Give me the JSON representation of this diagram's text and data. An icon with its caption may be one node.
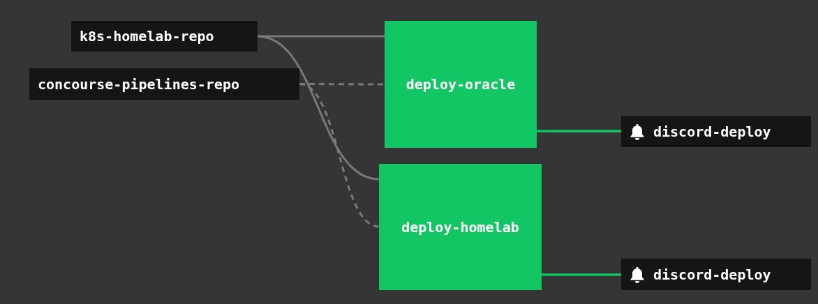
{
  "diagram": {
    "nodes": [
      {
        "text": [
          "k8s-homelab-repo"
        ]
      },
      {
        "text": [
          "concourse-pipelines-repo"
        ]
      },
      {
        "text": [
          "deploy-oracle"
        ]
      },
      {
        "text": [
          "deploy-homelab"
        ]
      },
      {
        "text": [
          "discord-deploy"
        ]
      },
      {
        "text": [
          "discord-deploy"
        ]
      }
    ],
    "edges": [
      {
        "from": 0,
        "to": 2,
        "arrow": "none"
      },
      {
        "from": 0,
        "to": 3,
        "arrow": "none"
      },
      {
        "from": 1,
        "to": 2,
        "arrow": "none",
        "style": "dashed"
      },
      {
        "from": 1,
        "to": 3,
        "arrow": "none",
        "style": "dashed"
      },
      {
        "from": 2,
        "to": 4,
        "arrow": "none",
        "color": "#12c664"
      },
      {
        "from": 3,
        "to": 5,
        "arrow": "none",
        "color": "#12c664"
      }
    ]
  }
}
